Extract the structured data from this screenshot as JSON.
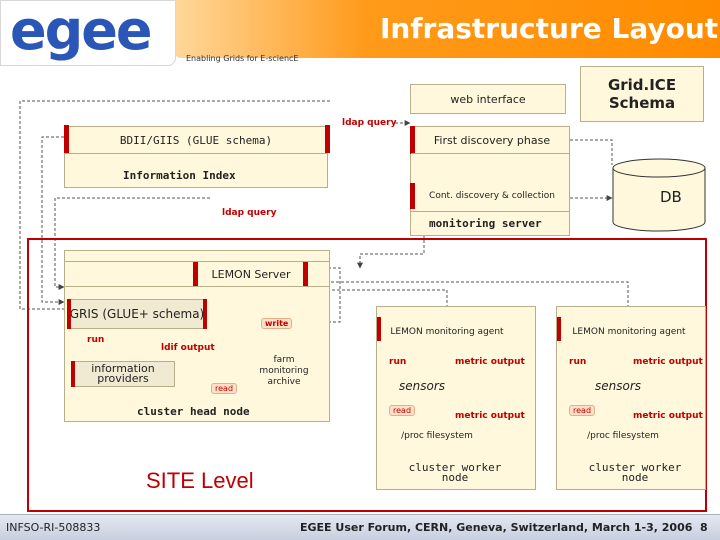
{
  "header": {
    "logo_text": "egee",
    "tagline": "Enabling Grids for E-sciencE",
    "title": "Infrastructure Layout"
  },
  "top": {
    "web_interface": "web interface",
    "gridice_schema": "Grid.ICE Schema",
    "ldap_query_top": "ldap query",
    "bdii": "BDII/GIIS (GLUE schema)",
    "first_discovery": "First discovery phase",
    "information_index": "Information Index",
    "cont_discovery": "Cont. discovery & collection",
    "db": "DB",
    "ldap_query_left": "ldap query",
    "monitoring_server": "monitoring server"
  },
  "site": {
    "lemon_server": "LEMON Server",
    "gris": "GRIS (GLUE+ schema)",
    "write": "write",
    "run": "run",
    "ldif_output": "ldif output",
    "information_providers": "information providers",
    "read": "read",
    "farm_monitoring_archive": "farm monitoring archive",
    "cluster_head_node": "cluster head node",
    "site_level": "SITE Level"
  },
  "workers": [
    {
      "agent": "LEMON monitoring agent",
      "run": "run",
      "metric_output_1": "metric output",
      "sensors": "sensors",
      "read": "read",
      "metric_output_2": "metric output",
      "proc": "/proc filesystem",
      "node": "cluster worker node"
    },
    {
      "agent": "LEMON monitoring agent",
      "run": "run",
      "metric_output_1": "metric output",
      "sensors": "sensors",
      "read": "read",
      "metric_output_2": "metric output",
      "proc": "/proc filesystem",
      "node": "cluster worker node"
    }
  ],
  "footer": {
    "left": "INFSO-RI-508833",
    "center": "EGEE User Forum, CERN, Geneva, Switzerland, March 1-3, 2006",
    "page": "8"
  },
  "colors": {
    "title_bar": "#ff8c00",
    "logo_blue": "#2a56b8",
    "box_fill": "#fff8dc",
    "accent_red": "#c00000",
    "footer_bg": "#d0d6e4"
  }
}
